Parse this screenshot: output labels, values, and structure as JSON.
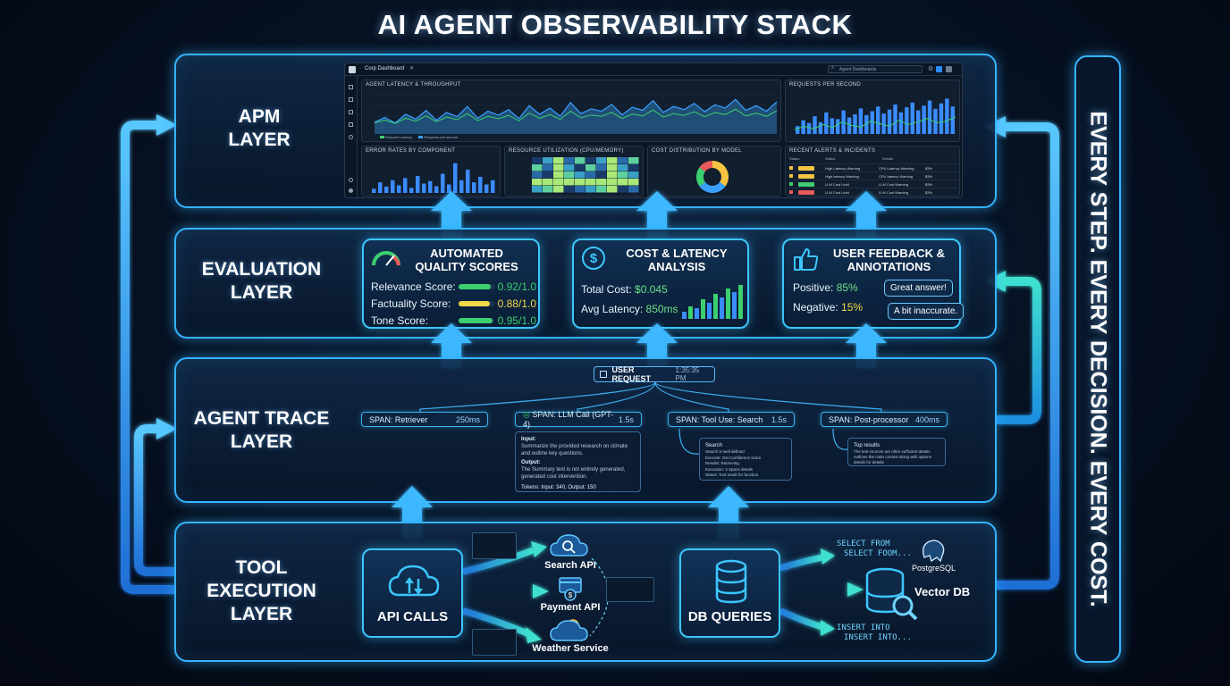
{
  "title": "AI AGENT OBSERVABILITY STACK",
  "banner": "EVERY STEP. EVERY DECISION. EVERY COST.",
  "layers": {
    "apm": {
      "line1": "APM",
      "line2": "LAYER"
    },
    "evaluation": {
      "line1": "EVALUATION",
      "line2": "LAYER"
    },
    "trace": {
      "line1": "AGENT TRACE",
      "line2": "LAYER"
    },
    "tool": {
      "line1": "TOOL",
      "line2": "EXECUTION",
      "line3": "LAYER"
    }
  },
  "dashboard": {
    "tab": "Corp Dashboard",
    "search": "Agent Dashboards",
    "panels": {
      "latency": "AGENT LATENCY & THROUGHPUT",
      "rps": "REQUESTS PER SECOND",
      "errors": "ERROR RATES BY COMPONENT",
      "resources": "RESOURCE UTILIZATION (CPU/Memory)",
      "cost": "COST DISTRIBUTION BY MODEL",
      "alerts": "RECENT ALERTS & INCIDENTS"
    },
    "legend": [
      "Request Latency",
      "Requests per second"
    ],
    "alert_headers": [
      "Status",
      "Status",
      "Details"
    ],
    "alerts": [
      {
        "name": "High Latency Warning",
        "detail": "CPU Latency Warning",
        "val": "$3%"
      },
      {
        "name": "High latency Warning",
        "detail": "CPU latency Warning",
        "val": "$3%"
      },
      {
        "name": "LLM Cost Limit",
        "detail": "LLM Cost Warning",
        "val": "$3%"
      },
      {
        "name": "LLM Cost Limit",
        "detail": "LLM Cost Warning",
        "val": "$3%"
      }
    ],
    "series": {
      "latency": [
        30,
        42,
        28,
        50,
        38,
        60,
        35,
        55,
        44,
        70,
        40,
        58,
        48,
        62,
        39,
        72,
        50,
        66,
        45,
        80,
        52,
        64,
        58,
        75,
        49,
        68,
        60,
        85,
        55,
        70,
        62,
        78,
        57,
        74,
        66,
        88,
        60,
        72,
        58,
        82
      ],
      "rps": [
        20,
        35,
        28,
        45,
        30,
        55,
        40,
        38,
        60,
        42,
        50,
        65,
        48,
        58,
        70,
        52,
        62,
        75,
        55,
        68,
        80,
        60,
        72,
        85,
        64,
        78,
        90,
        70
      ],
      "errors": [
        10,
        25,
        15,
        30,
        18,
        35,
        12,
        40,
        22,
        28,
        16,
        45,
        20,
        70,
        30,
        55,
        25,
        38,
        20,
        30
      ],
      "rps_in_chart": [
        10,
        18,
        12,
        22,
        15,
        28,
        20,
        16,
        30,
        24,
        18,
        32,
        22,
        28,
        36,
        26,
        30,
        40
      ]
    },
    "cost_slices": [
      {
        "value": 35,
        "color": "#f5c542"
      },
      {
        "value": 30,
        "color": "#3aa0ff"
      },
      {
        "value": 20,
        "color": "#3ccf6f"
      },
      {
        "value": 15,
        "color": "#e85a5a"
      }
    ]
  },
  "evaluation": {
    "quality": {
      "title1": "AUTOMATED",
      "title2": "QUALITY SCORES",
      "rows": [
        {
          "label": "Relevance Score:",
          "value": "0.92/1.0",
          "score": 0.92,
          "color": "#3ccf6f"
        },
        {
          "label": "Factuality Score:",
          "value": "0.88/1.0",
          "score": 0.88,
          "color": "#f2d84a"
        },
        {
          "label": "Tone Score:",
          "value": "0.95/1.0",
          "score": 0.95,
          "color": "#3ccf6f"
        }
      ]
    },
    "cost": {
      "title1": "COST & LATENCY",
      "title2": "ANALYSIS",
      "total_label": "Total Cost:",
      "total_value": "$0.045",
      "latency_label": "Avg Latency:",
      "latency_value": "850ms",
      "bars": [
        20,
        35,
        30,
        55,
        45,
        70,
        60,
        85,
        75,
        95
      ]
    },
    "feedback": {
      "title1": "USER FEEDBACK &",
      "title2": "ANNOTATIONS",
      "positive_label": "Positive:",
      "positive_value": "85%",
      "negative_label": "Negative:",
      "negative_value": "15%",
      "bubble1": "Great answer!",
      "bubble2": "A bit inaccurate."
    }
  },
  "trace": {
    "request_label": "USER REQUEST",
    "request_time": "1:35:35 PM",
    "spans": [
      {
        "name": "SPAN: Retriever",
        "time": "250ms"
      },
      {
        "name": "SPAN: LLM Call (GPT-4)",
        "time": "1.5s"
      },
      {
        "name": "SPAN: Tool Use: Search",
        "time": "1.5s"
      },
      {
        "name": "SPAN: Post-processor",
        "time": "400ms"
      }
    ],
    "llm_detail": {
      "input_label": "Input:",
      "input_text": "Summarize the provided research on climate and outline key questions.",
      "output_label": "Output:",
      "output_text": "The Summary text is not entirely generated, generated cost intervention.",
      "tokens": "Tokens: Input: 340, Output: 150"
    },
    "search_detail": {
      "title": "Search",
      "lines": [
        "Search is well defined",
        "Execute: Get Confidence score",
        "Results: Retrieving",
        "Execution: 3 Spans details",
        "Status: Tool result for function"
      ]
    },
    "post_detail": {
      "title": "Top results",
      "text": "The text sources are often sufficient details outlines the main context along with options details for details"
    }
  },
  "tools": {
    "api": "API CALLS",
    "db": "DB QUERIES",
    "services": [
      "Search API",
      "Payment API",
      "Weather Service"
    ],
    "sql_top": [
      "SELECT FROM",
      "SELECT FOOM..."
    ],
    "sql_bottom": [
      "INSERT INTO",
      "INSERT INTO..."
    ],
    "postgres": "PostgreSQL",
    "vector": "Vector DB"
  }
}
